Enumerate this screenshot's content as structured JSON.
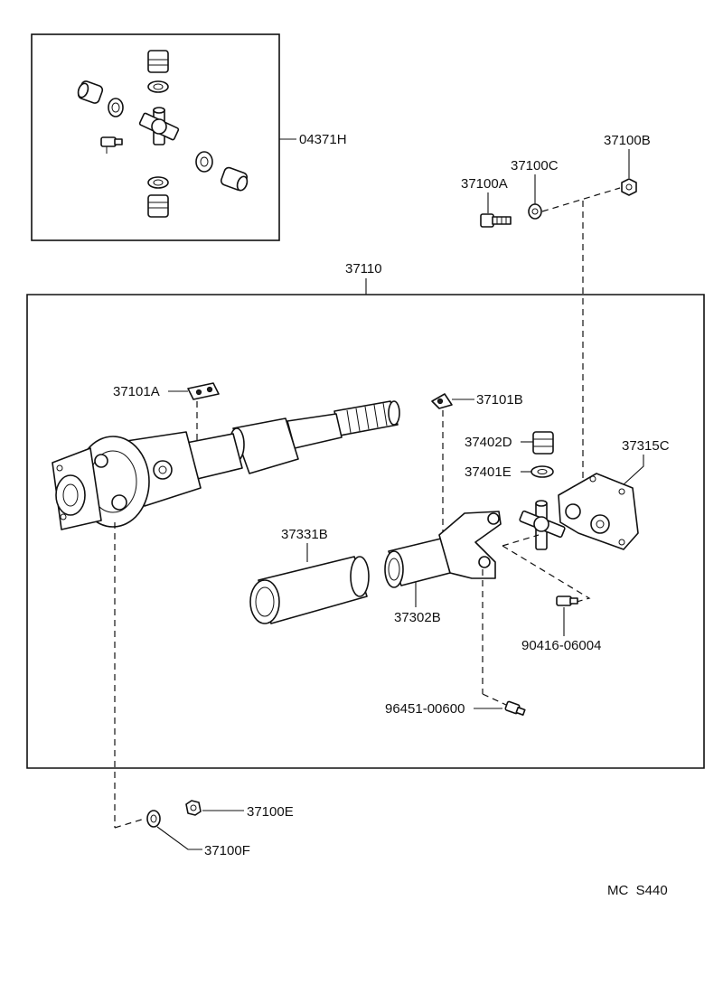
{
  "labels": {
    "kit": "04371H",
    "p37100A": "37100A",
    "p37100B": "37100B",
    "p37100C": "37100C",
    "assembly": "37110",
    "p37101A": "37101A",
    "p37101B": "37101B",
    "p37402D": "37402D",
    "p37401E": "37401E",
    "p37315C": "37315C",
    "p37331B": "37331B",
    "p37302B": "37302B",
    "p90416": "90416-06004",
    "p96451": "96451-00600",
    "p37100E": "37100E",
    "p37100F": "37100F"
  },
  "figure_code": "MC  S440",
  "colors": {
    "ink": "#111111",
    "paper": "#ffffff"
  }
}
